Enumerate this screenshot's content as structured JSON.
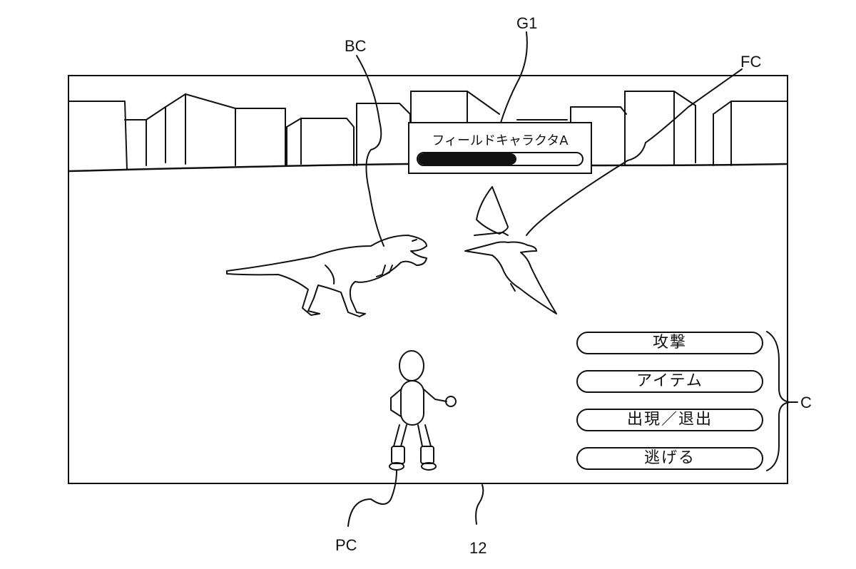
{
  "labels": {
    "g1": "G1",
    "bc": "BC",
    "fc": "FC",
    "c": "C",
    "pc": "PC",
    "screen_ref": "12"
  },
  "status": {
    "name": "フィールドキャラクタA",
    "hp_fraction": 0.6
  },
  "commands": [
    "攻撃",
    "アイテム",
    "出現／退出",
    "逃げる"
  ]
}
